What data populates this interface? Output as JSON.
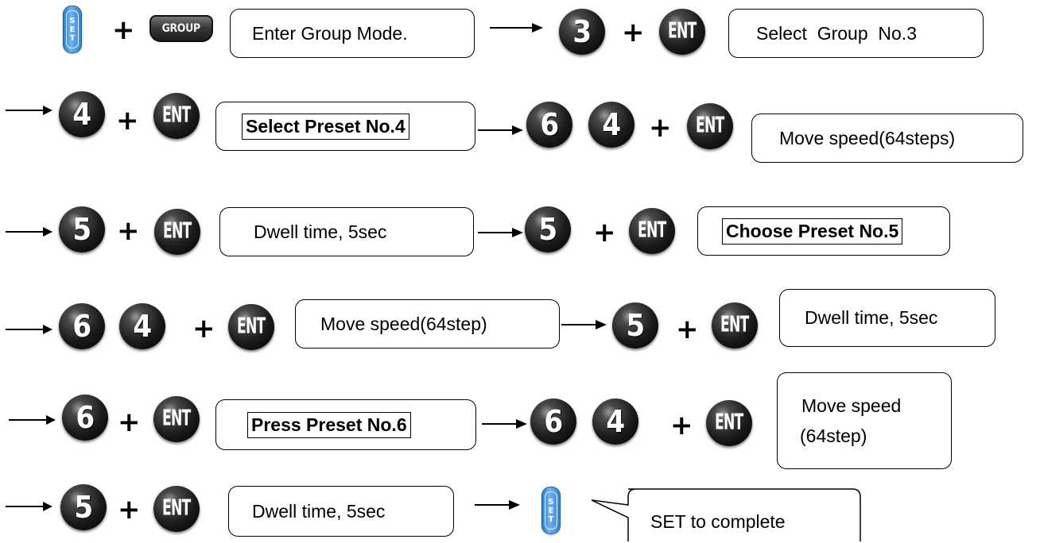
{
  "keys": {
    "set": [
      "S",
      "E",
      "T"
    ],
    "group": "GROUP",
    "ent": "ENT",
    "plus": "+"
  },
  "digits": {
    "r1_3": "3",
    "r2_4": "4",
    "r2_6": "6",
    "r2_4b": "4",
    "r3_5": "5",
    "r3_5b": "5",
    "r4_6": "6",
    "r4_4": "4",
    "r4_5": "5",
    "r5_6": "6",
    "r5_6b": "6",
    "r5_4": "4",
    "r6_5": "5"
  },
  "steps": {
    "enter_group_mode": "Enter Group Mode.",
    "select_group": "Select  Group  No.3",
    "select_preset_4": "Select Preset No.4",
    "move_speed_64steps": "Move speed(64steps)",
    "dwell_1": "Dwell time, 5sec",
    "choose_preset_5": "Choose Preset No.5",
    "move_speed_64step": "Move speed(64step)",
    "dwell_2": "Dwell time, 5sec",
    "press_preset_6": "Press Preset No.6",
    "move_speed_line1": "Move speed",
    "move_speed_line2": "(64step)",
    "dwell_3": "Dwell time, 5sec",
    "set_to_complete": "SET to complete"
  },
  "colors": {
    "set_key": "#3a8fdc",
    "key": "#111111",
    "line": "#000000"
  }
}
